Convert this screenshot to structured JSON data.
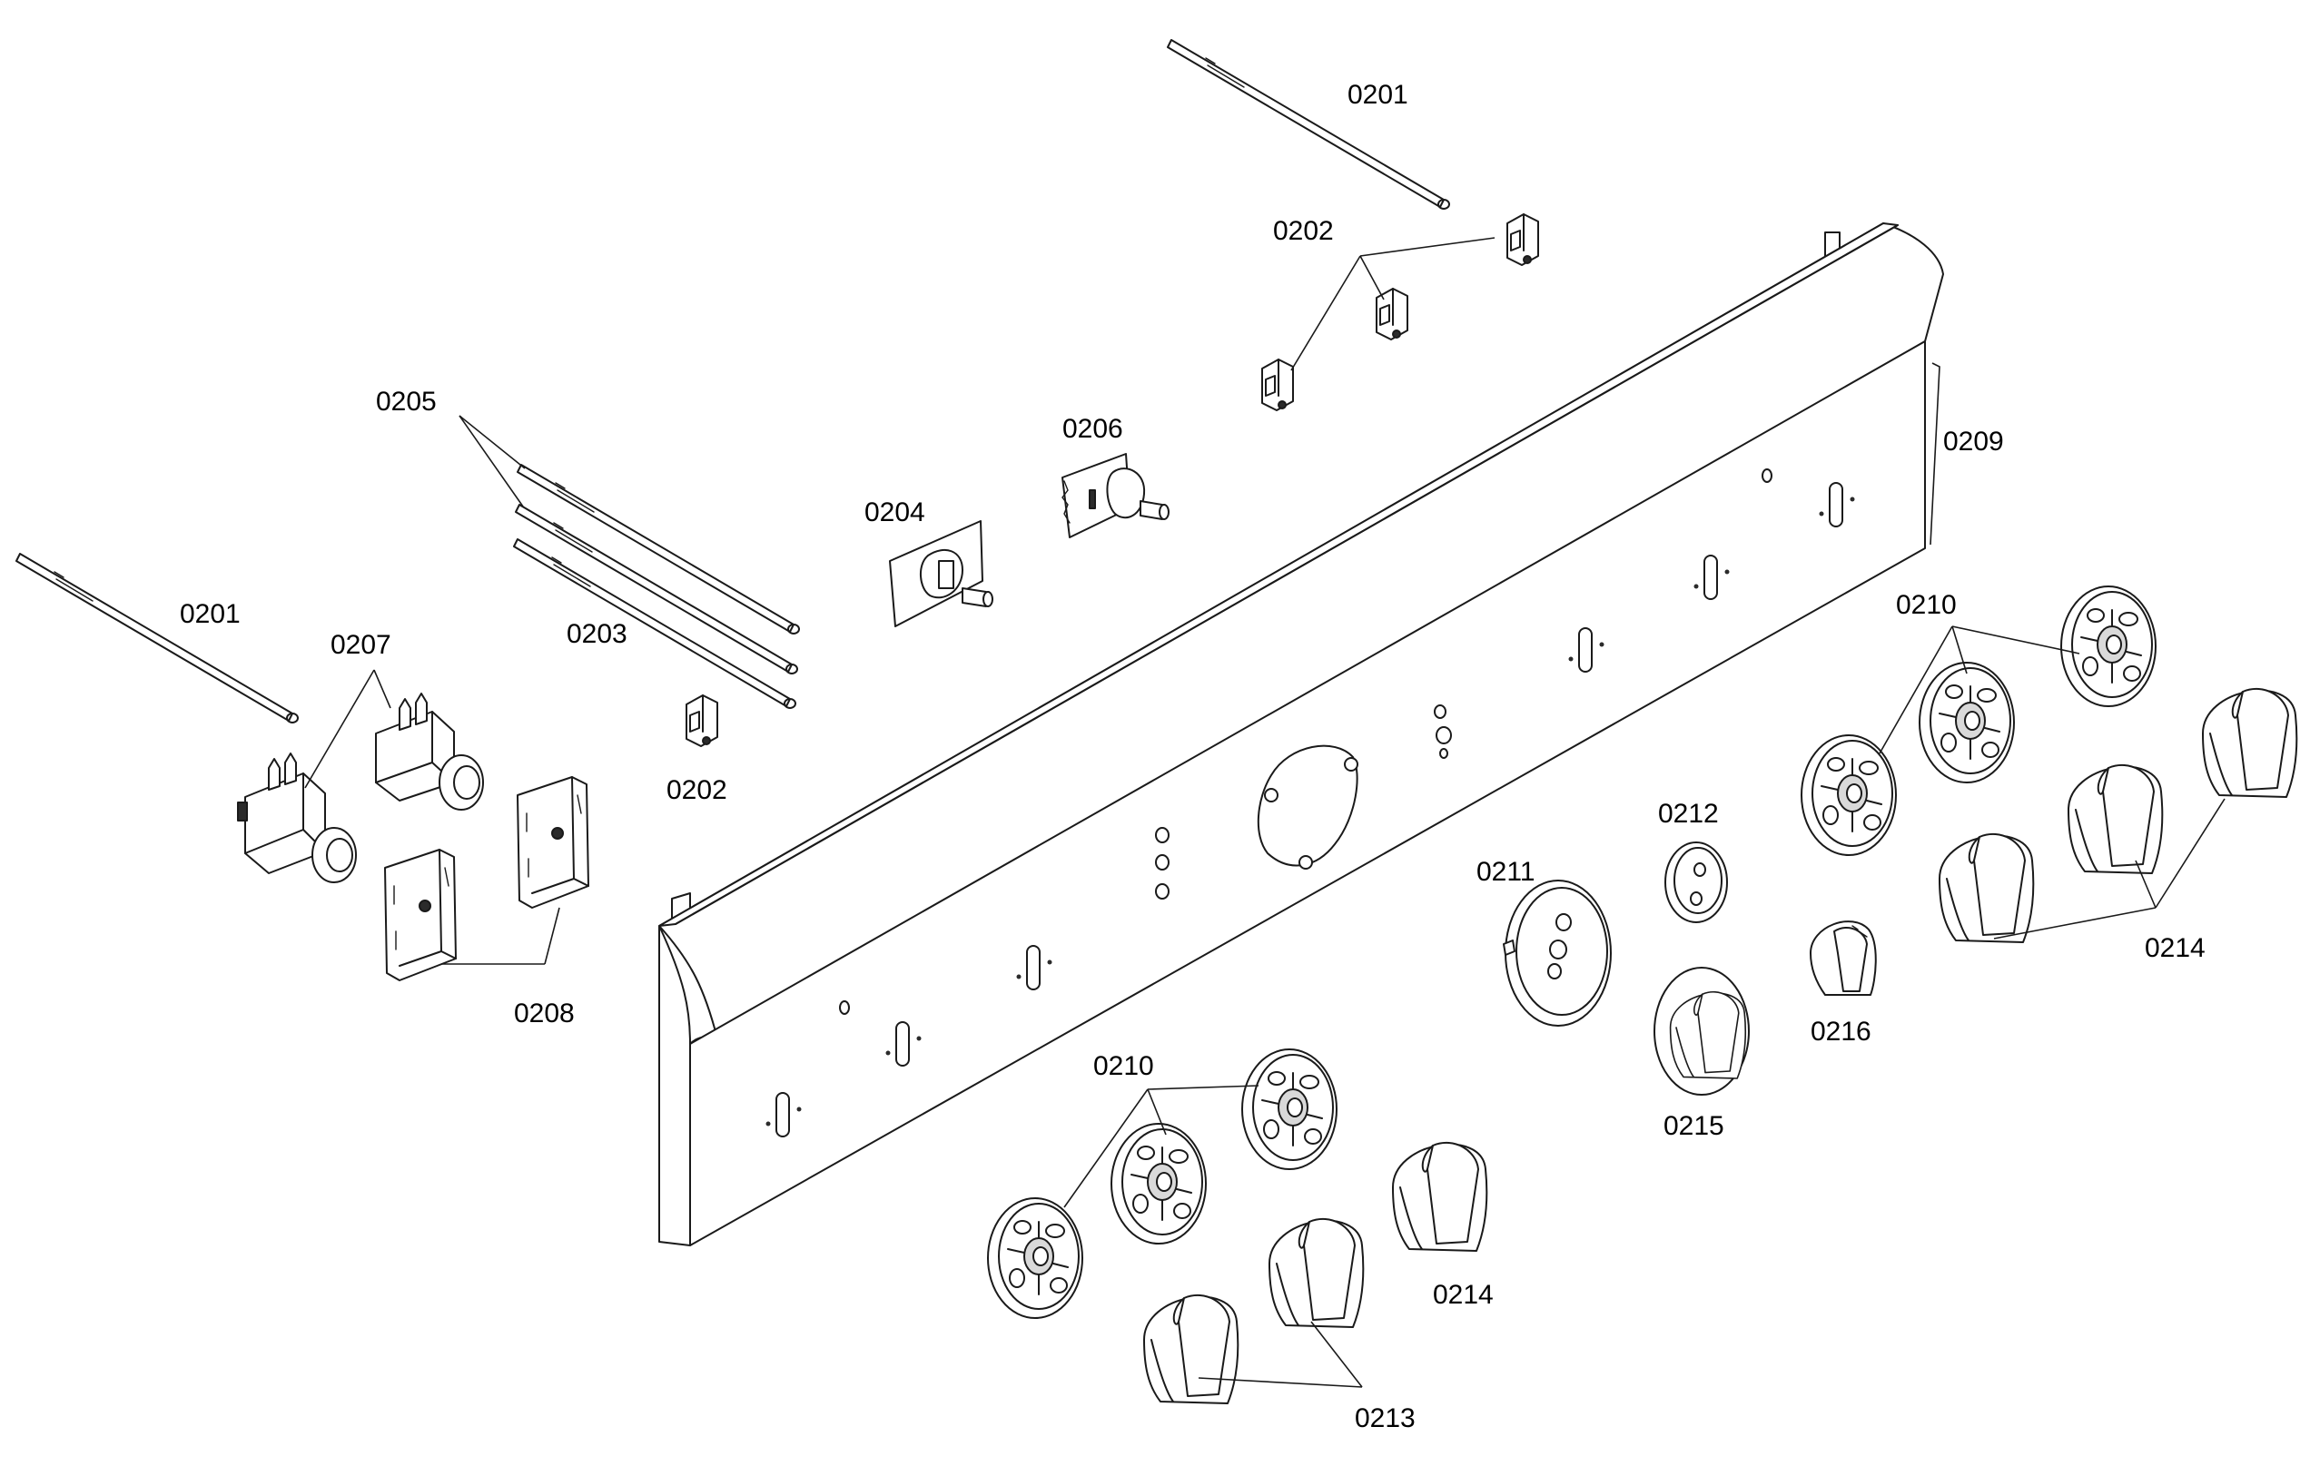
{
  "labels": {
    "rod_top": "0201",
    "rod_left": "0201",
    "switch_top": "0202",
    "switch_bottom": "0202",
    "rod_0203": "0203",
    "module_0204": "0204",
    "rods_0205": "0205",
    "module_0206": "0206",
    "valves_0207": "0207",
    "timers_0208": "0208",
    "panel_0209": "0209",
    "bezels_right": "0210",
    "bezels_left": "0210",
    "ring_0211": "0211",
    "ring_0212": "0212",
    "knobs_0213": "0213",
    "knobs_right_0214": "0214",
    "knob_mid_0214": "0214",
    "knob_0215": "0215",
    "knob_0216": "0216"
  },
  "colors": {
    "line": "#1a1a1a",
    "background": "#ffffff",
    "shade": "#d9d9d9"
  }
}
